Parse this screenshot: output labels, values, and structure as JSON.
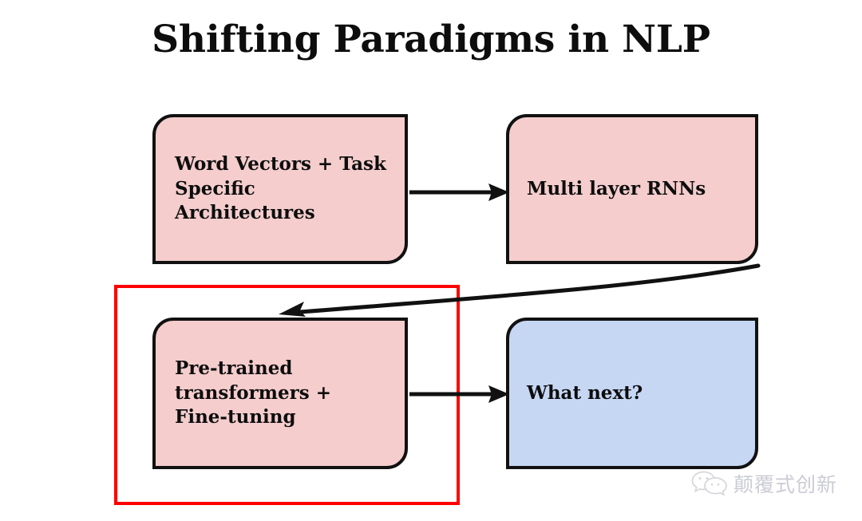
{
  "slide": {
    "title": "Shifting Paradigms in NLP",
    "background_color": "#FFFFFF"
  },
  "palette": {
    "pink_fill": "#F5CDCD",
    "blue_fill": "#C6D7F4",
    "node_border": "#111111",
    "highlight_border": "#FF0000",
    "text_color": "#0D0D0D",
    "watermark_color": "#C9CAD2"
  },
  "diagram": {
    "type": "flowchart",
    "nodes": [
      {
        "id": "word-vectors",
        "label": "Word Vectors + Task\nSpecific\nArchitectures",
        "fill": "#F5CDCD",
        "position": "top-left"
      },
      {
        "id": "multi-rnn",
        "label": "Multi layer RNNs",
        "fill": "#F5CDCD",
        "position": "top-right"
      },
      {
        "id": "pretrained",
        "label": "Pre-trained\ntransformers +\nFine-tuning",
        "fill": "#F5CDCD",
        "position": "bottom-left"
      },
      {
        "id": "what-next",
        "label": "What next?",
        "fill": "#C6D7F4",
        "position": "bottom-right"
      }
    ],
    "edges": [
      {
        "id": "edge-1",
        "from": "word-vectors",
        "to": "multi-rnn",
        "style": "straight",
        "direction": "right"
      },
      {
        "id": "edge-2",
        "from": "multi-rnn",
        "to": "pretrained",
        "style": "curved",
        "direction": "down-left"
      },
      {
        "id": "edge-3",
        "from": "pretrained",
        "to": "what-next",
        "style": "straight",
        "direction": "right"
      }
    ],
    "highlight": {
      "id": "highlight-rect",
      "target_node": "pretrained",
      "color": "#FF0000"
    }
  },
  "watermark": {
    "icon": "wechat-icon",
    "text": "颠覆式创新"
  }
}
